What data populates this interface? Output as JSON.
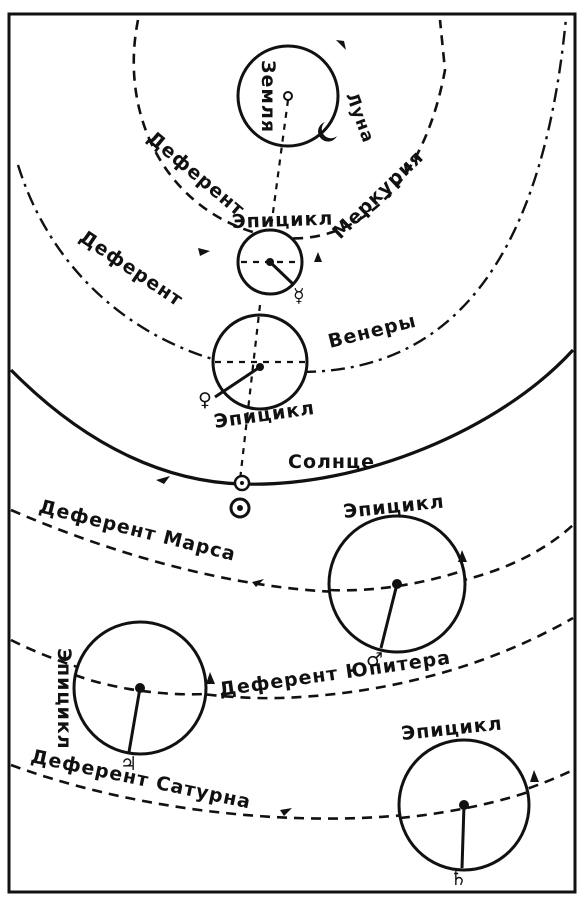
{
  "labels": {
    "earth": "Земля",
    "moon": "Луна",
    "deferent_mercury_1": "Деферент",
    "epicycle_mercury": "Эпицикл",
    "deferent_mercury_2": "Меркурия",
    "deferent_venus_1": "Деферент",
    "deferent_venus_2": "Венеры",
    "epicycle_venus": "Эпицикл",
    "sun": "Солнце",
    "deferent_mars": "Деферент Марса",
    "epicycle_mars": "Эпицикл",
    "deferent_jupiter": "Деферент Юпитера",
    "epicycle_jupiter": "Эпицикл",
    "deferent_saturn": "Деферент Сатурна",
    "epicycle_saturn": "Эпицикл"
  },
  "symbols": {
    "mercury": "☿",
    "venus": "♀",
    "sun": "☉",
    "mars": "♂",
    "jupiter": "♃",
    "saturn": "♄"
  }
}
